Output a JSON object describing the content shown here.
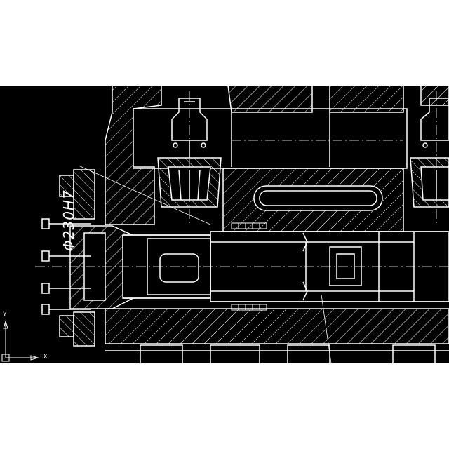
{
  "drawing": {
    "dimension_text": "Φ230H7",
    "background_color": "#000000",
    "line_color": "#ffffff"
  },
  "ucs": {
    "y_label": "Y",
    "x_label": "X",
    "icon": "ucs-axis-icon"
  }
}
